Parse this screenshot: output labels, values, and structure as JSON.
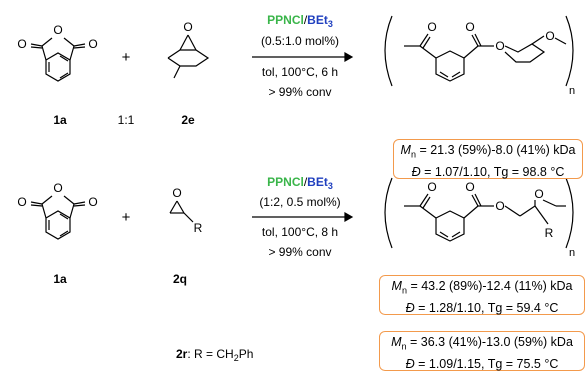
{
  "reaction1": {
    "catalyst_a": "PPNCl",
    "slash": "/",
    "catalyst_b": "BEt",
    "catalyst_b_sub": "3",
    "loading": "(0.5:1.0 mol%)",
    "conditions": "tol, 100°C, 6 h",
    "conversion": "> 99% conv",
    "reagent_a": "1a",
    "ratio": "1:1",
    "reagent_b": "2e",
    "product": {
      "mn_symbol": "M",
      "mn_sub": "n",
      "mn_value": " = 21.3 (59%)-8.0 (41%) kDa",
      "d_symbol": "Đ",
      "d_value": " = 1.07/1.10, Tg = 98.8 °C"
    }
  },
  "reaction2": {
    "catalyst_a": "PPNCl",
    "slash": "/",
    "catalyst_b": "BEt",
    "catalyst_b_sub": "3",
    "loading": "(1:2, 0.5 mol%)",
    "conditions": "tol, 100°C, 8 h",
    "conversion": "> 99% conv",
    "reagent_a": "1a",
    "reagent_b": "2q",
    "products": [
      {
        "mn_symbol": "M",
        "mn_sub": "n",
        "mn_value": " = 43.2 (89%)-12.4 (11%) kDa",
        "d_symbol": "Đ",
        "d_value": " = 1.28/1.10, Tg = 59.4 °C"
      },
      {
        "mn_symbol": "M",
        "mn_sub": "n",
        "mn_value": " = 36.3 (41%)-13.0 (59%) kDa",
        "d_symbol": "Đ",
        "d_value": " = 1.09/1.15, Tg = 75.5 °C"
      }
    ],
    "variant_label": "2r",
    "variant_desc": ": R = CH",
    "variant_sub": "2",
    "variant_tail": "Ph"
  },
  "atoms": {
    "oxygen": "O",
    "r_group": "R",
    "n": "n",
    "plus": "+"
  }
}
